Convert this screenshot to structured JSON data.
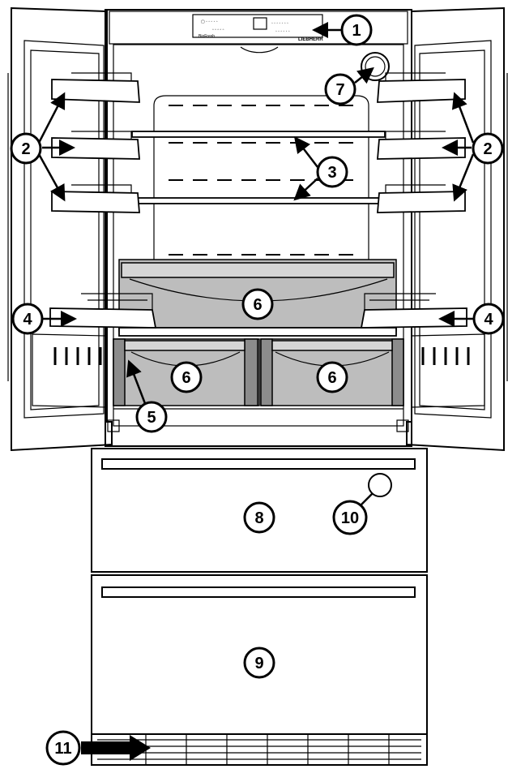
{
  "diagram": {
    "brand": "LIEBHERR",
    "control_panel_text": "BioFresh",
    "callouts": [
      {
        "id": "c1",
        "label": "1"
      },
      {
        "id": "c2a",
        "label": "2"
      },
      {
        "id": "c2b",
        "label": "2"
      },
      {
        "id": "c3",
        "label": "3"
      },
      {
        "id": "c4a",
        "label": "4"
      },
      {
        "id": "c4b",
        "label": "4"
      },
      {
        "id": "c5",
        "label": "5"
      },
      {
        "id": "c6a",
        "label": "6"
      },
      {
        "id": "c6b",
        "label": "6"
      },
      {
        "id": "c6c",
        "label": "6"
      },
      {
        "id": "c7",
        "label": "7"
      },
      {
        "id": "c8",
        "label": "8"
      },
      {
        "id": "c9",
        "label": "9"
      },
      {
        "id": "c10",
        "label": "10"
      },
      {
        "id": "c11",
        "label": "11"
      }
    ]
  }
}
